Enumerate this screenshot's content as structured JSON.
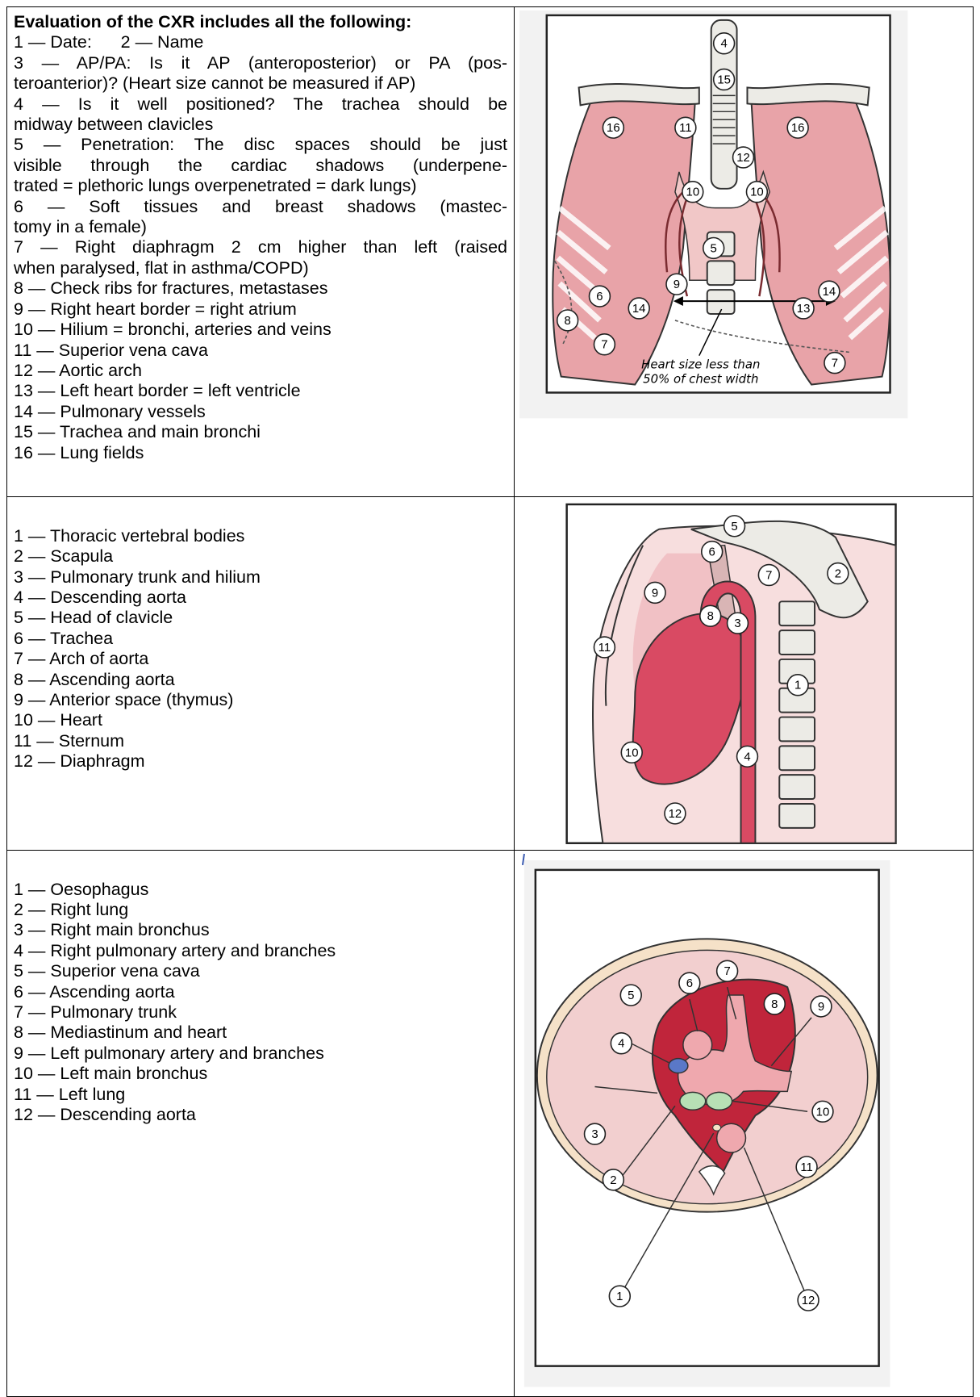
{
  "row1": {
    "heading": "Evaluation of the CXR includes all the following:",
    "lines": [
      "1 — Date:      2 — Name",
      "3 — AP/PA: Is it AP (anteroposterior) or PA (pos-",
      "teroanterior)? (Heart size cannot be measured if AP)",
      "4 — Is it well positioned? The trachea should be",
      "midway between clavicles",
      "5 — Penetration: The disc spaces should be just",
      "visible through the cardiac shadows (underpene-",
      "trated = plethoric lungs overpenetrated = dark lungs)",
      "6 — Soft tissues and breast shadows (mastec-",
      "tomy in a female)",
      "7 — Right diaphragm 2 cm higher than left (raised",
      "when paralysed, flat in asthma/COPD)",
      "8 — Check ribs for fractures, metastases",
      "9 — Right heart border = right atrium",
      "10 — Hilium = bronchi, arteries and veins",
      "11 — Superior vena cava",
      "12 — Aortic arch",
      "13 — Left heart border = left ventricle",
      "14 — Pulmonary vessels",
      "15 — Trachea and main bronchi",
      "16 — Lung fields"
    ],
    "figure": {
      "note_line1": "Heart size less than",
      "note_line2": "50% of chest width",
      "labels": [
        "4",
        "15",
        "16",
        "11",
        "16",
        "12",
        "10",
        "10",
        "5",
        "9",
        "6",
        "14",
        "13",
        "14",
        "8",
        "7",
        "7"
      ]
    }
  },
  "row2": {
    "lines": [
      "1 — Thoracic vertebral bodies",
      "2 — Scapula",
      "3 — Pulmonary trunk and hilium",
      "4 — Descending aorta",
      "5 — Head of clavicle",
      "6 — Trachea",
      "7 — Arch of aorta",
      "8 — Ascending aorta",
      "9 — Anterior space (thymus)",
      "10 — Heart",
      "11 — Sternum",
      "12 — Diaphragm"
    ],
    "figure": {
      "labels": [
        "5",
        "6",
        "2",
        "7",
        "9",
        "8",
        "3",
        "11",
        "1",
        "10",
        "4",
        "12"
      ]
    }
  },
  "row3": {
    "lines": [
      "1 — Oesophagus",
      "2 — Right lung",
      "3 — Right main bronchus",
      "4 — Right pulmonary artery and branches",
      "5 — Superior vena cava",
      "6 — Ascending aorta",
      "7 — Pulmonary trunk",
      "8 — Mediastinum and heart",
      "9 — Left pulmonary artery and branches",
      "10 — Left main bronchus",
      "11 — Left lung",
      "12 — Descending aorta"
    ],
    "figure": {
      "labels": [
        "6",
        "7",
        "5",
        "9",
        "8",
        "4",
        "10",
        "3",
        "11",
        "2",
        "1",
        "12"
      ]
    }
  },
  "colors": {
    "lung": "#e8a3a8",
    "lung_dark": "#d7848b",
    "heart": "#d94a63",
    "heart_dark": "#c0253b",
    "bone": "#ecebe6",
    "pale": "#f4d4d4",
    "bronchus": "#b7e0b5",
    "svc": "#5a78c8",
    "skin": "#f5e1c8",
    "frame": "#222222"
  }
}
